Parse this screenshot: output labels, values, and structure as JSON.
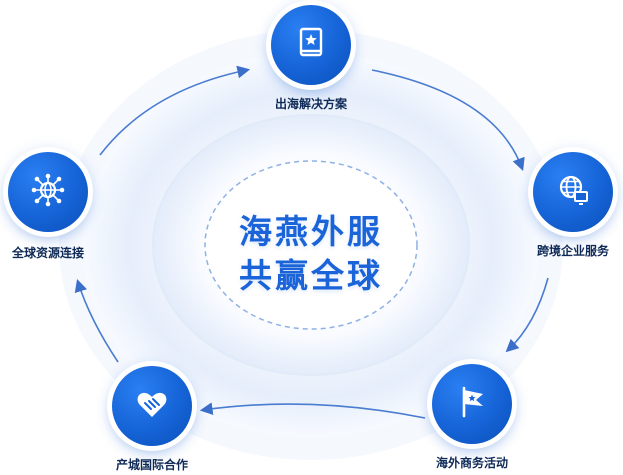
{
  "center": {
    "line1": "海燕外服",
    "line2": "共赢全球"
  },
  "nodes": [
    {
      "label": "出海解决方案",
      "icon": "book-star-icon"
    },
    {
      "label": "跨境企业服务",
      "icon": "globe-monitor-icon"
    },
    {
      "label": "海外商务活动",
      "icon": "flag-icon"
    },
    {
      "label": "产城国际合作",
      "icon": "handshake-heart-icon"
    },
    {
      "label": "全球资源连接",
      "icon": "network-globe-icon"
    }
  ],
  "colors": {
    "accent": "#1563d6",
    "label": "#0f2a57",
    "center_text": "#1a63d8"
  }
}
